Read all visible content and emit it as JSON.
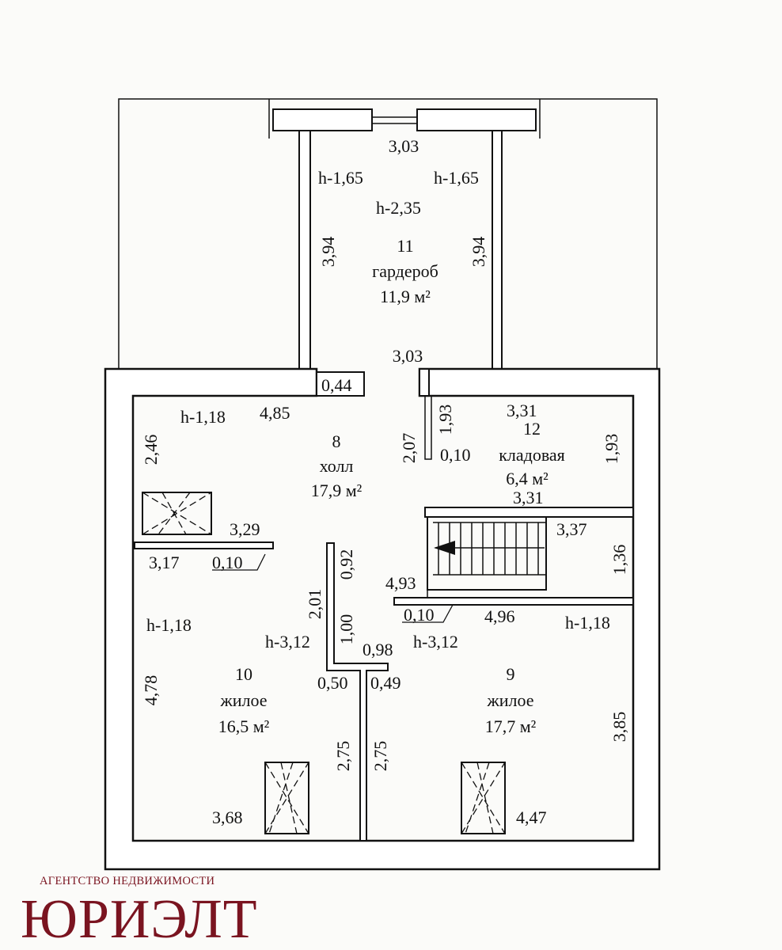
{
  "rooms": [
    {
      "number": "11",
      "name": "гардероб",
      "area": "11,9 м²"
    },
    {
      "number": "8",
      "name": "холл",
      "area": "17,9 м²"
    },
    {
      "number": "12",
      "name": "кладовая",
      "area": "6,4 м²"
    },
    {
      "number": "10",
      "name": "жилое",
      "area": "16,5 м²"
    },
    {
      "number": "9",
      "name": "жилое",
      "area": "17,7 м²"
    }
  ],
  "dimensions": {
    "wardrobe_top": "3,03",
    "wardrobe_bottom": "3,03",
    "wardrobe_left": "3,94",
    "wardrobe_right": "3,94",
    "h_165_left": "h-1,65",
    "h_165_right": "h-1,65",
    "h_235": "h-2,35",
    "d044": "0,44",
    "h_118_hall": "h-1,18",
    "d485": "4,85",
    "d246": "2,46",
    "d207": "2,07",
    "d193_a": "1,93",
    "d010_a": "0,10",
    "d331_a": "3,31",
    "d193_b": "1,93",
    "d331_b": "3,31",
    "d337": "3,37",
    "d136": "1,36",
    "d493": "4,93",
    "d329": "3,29",
    "d317": "3,17",
    "d010_b": "0,10",
    "d092": "0,92",
    "d201": "2,01",
    "d100": "1,00",
    "d010_c": "0,10",
    "d496": "4,96",
    "h_118_r9": "h-1,18",
    "h_118_r10": "h-1,18",
    "h_312_a": "h-3,12",
    "h_312_b": "h-3,12",
    "d098": "0,98",
    "d050": "0,50",
    "d049": "0,49",
    "d478": "4,78",
    "d385": "3,85",
    "d275_a": "2,75",
    "d275_b": "2,75",
    "d368": "3,68",
    "d447": "4,47"
  },
  "logo": {
    "subtitle": "АГЕНТСТВО НЕДВИЖИМОСТИ",
    "name": "ЮРИЭЛТ",
    "color": "#7a1420"
  }
}
